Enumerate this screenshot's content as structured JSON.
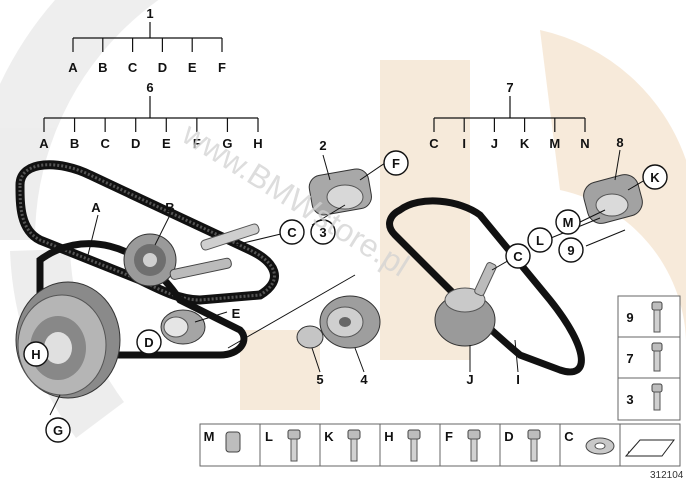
{
  "diagram": {
    "group1": {
      "number": "1",
      "children": [
        "A",
        "B",
        "C",
        "D",
        "E",
        "F"
      ]
    },
    "group6": {
      "number": "6",
      "children": [
        "A",
        "B",
        "C",
        "D",
        "E",
        "F",
        "G",
        "H"
      ]
    },
    "group7": {
      "number": "7",
      "children": [
        "C",
        "I",
        "J",
        "K",
        "M",
        "N"
      ]
    },
    "callouts": {
      "A": "A",
      "B": "B",
      "E": "E",
      "D": "D",
      "G": "G",
      "H": "H",
      "n2": "2",
      "F": "F",
      "C1": "C",
      "n3": "3",
      "n4": "4",
      "n5": "5",
      "n8": "8",
      "K": "K",
      "M": "M",
      "L": "L",
      "n9": "9",
      "C2": "C",
      "J": "J",
      "I": "I"
    },
    "bolt_legend": [
      "9",
      "7",
      "3"
    ],
    "parts_strip": [
      "M",
      "L",
      "K",
      "H",
      "F",
      "D",
      "C"
    ],
    "watermark": "www.BMWstore.pl",
    "diagram_id": "312104"
  }
}
